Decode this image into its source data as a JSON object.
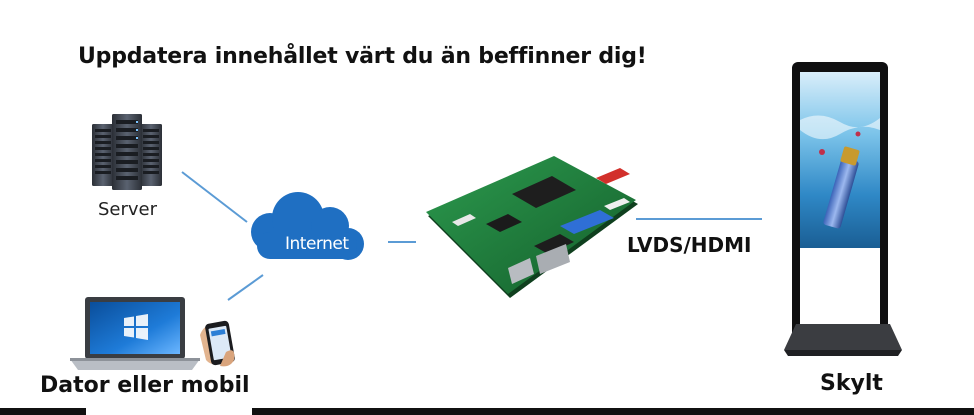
{
  "headline": "Uppdatera innehållet värt du än beffinner dig!",
  "nodes": {
    "server": "Server",
    "internet": "Internet",
    "dator": "Dator eller mobil",
    "connection": "LVDS/HDMI",
    "skylt": "Skylt"
  },
  "colors": {
    "link_line": "#5b9bd5",
    "cloud": "#1f6fc2",
    "pcb": "#1a7a3a"
  }
}
